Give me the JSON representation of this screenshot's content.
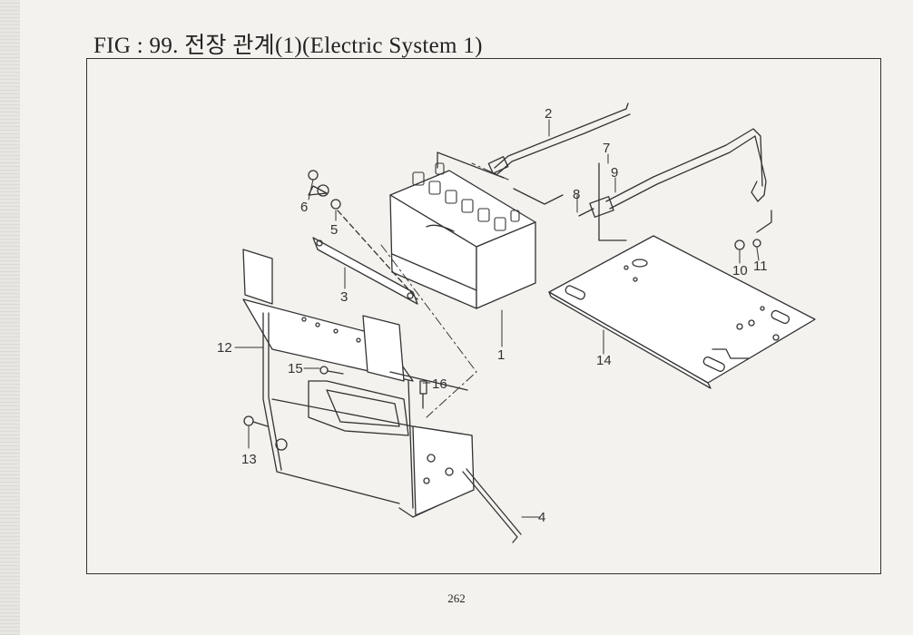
{
  "title": "FIG : 99. 전장 관계(1)(Electric System 1)",
  "page_number": "262",
  "callouts": [
    "1",
    "2",
    "3",
    "4",
    "5",
    "6",
    "7",
    "8",
    "9",
    "10",
    "11",
    "12",
    "13",
    "14",
    "15",
    "16"
  ]
}
